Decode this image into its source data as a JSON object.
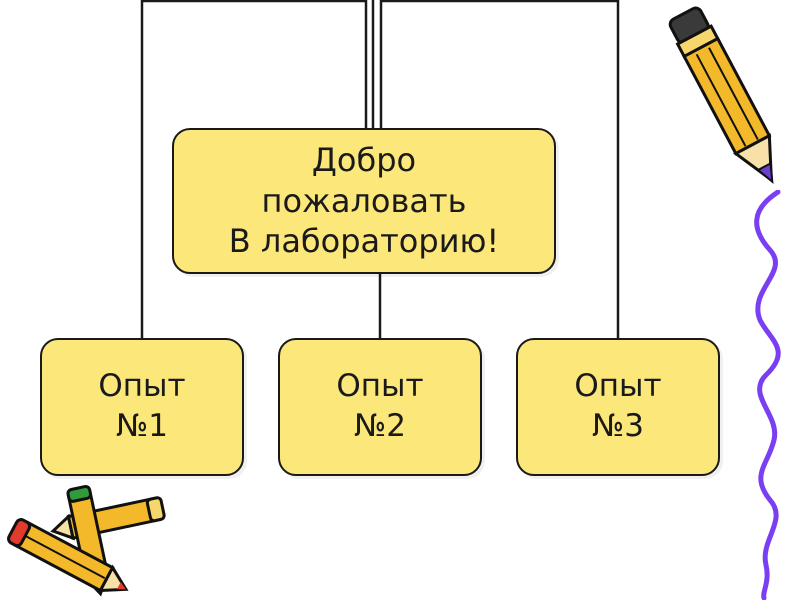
{
  "colors": {
    "box_fill": "#fbe77a",
    "line": "#1a1a1a",
    "pencil_yellow": "#f4b92b",
    "pencil_purple": "#6a3fd0",
    "squiggle": "#7a3ff2",
    "pencil_red": "#e23b2c",
    "pencil_green": "#2f9b3a"
  },
  "diagram": {
    "main": {
      "label": "Добро\nпожаловать\nВ лабораторию!"
    },
    "children": [
      {
        "label": "Опыт\n№1"
      },
      {
        "label": "Опыт\n№2"
      },
      {
        "label": "Опыт\n№3"
      }
    ]
  },
  "decorations": {
    "icons": [
      "pencil-icon",
      "squiggle-icon",
      "pencils-icon"
    ]
  }
}
